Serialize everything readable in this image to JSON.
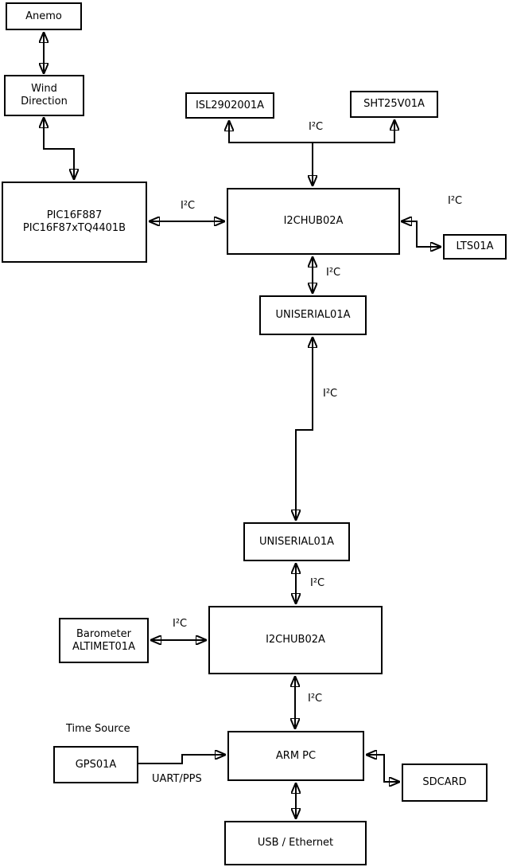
{
  "colors": {
    "background": "#ffffff",
    "stroke": "#000000",
    "text": "#000000"
  },
  "boxes": {
    "anemo": {
      "label": "Anemo"
    },
    "wind_direction": {
      "line1": "Wind",
      "line2": "Direction"
    },
    "pic": {
      "line1": "PIC16F887",
      "line2": "PIC16F87xTQ4401B"
    },
    "isl": {
      "label": "ISL2902001A"
    },
    "sht": {
      "label": "SHT25V01A"
    },
    "i2c_hub_top": {
      "label": "I2CHUB02A"
    },
    "lts": {
      "label": "LTS01A"
    },
    "uniserial_top": {
      "label": "UNISERIAL01A"
    },
    "uniserial_bottom": {
      "label": "UNISERIAL01A"
    },
    "barometer": {
      "line1": "Barometer",
      "line2": "ALTIMET01A"
    },
    "i2c_hub_bottom": {
      "label": "I2CHUB02A"
    },
    "gps": {
      "label": "GPS01A"
    },
    "arm_pc": {
      "label": "ARM PC"
    },
    "sdcard": {
      "label": "SDCARD"
    },
    "usb_ethernet": {
      "label": "USB / Ethernet"
    }
  },
  "edge_labels": {
    "sensors_bus": "I²C",
    "pic_hub": "I²C",
    "hub_lts": "I²C",
    "hub_uniserial": "I²C",
    "uniserial_link": "I²C",
    "uniserial_hub2": "I²C",
    "barometer_hub2": "I²C",
    "hub2_armpc": "I²C",
    "gps_armpc": "UART/PPS",
    "time_source": "Time Source"
  }
}
